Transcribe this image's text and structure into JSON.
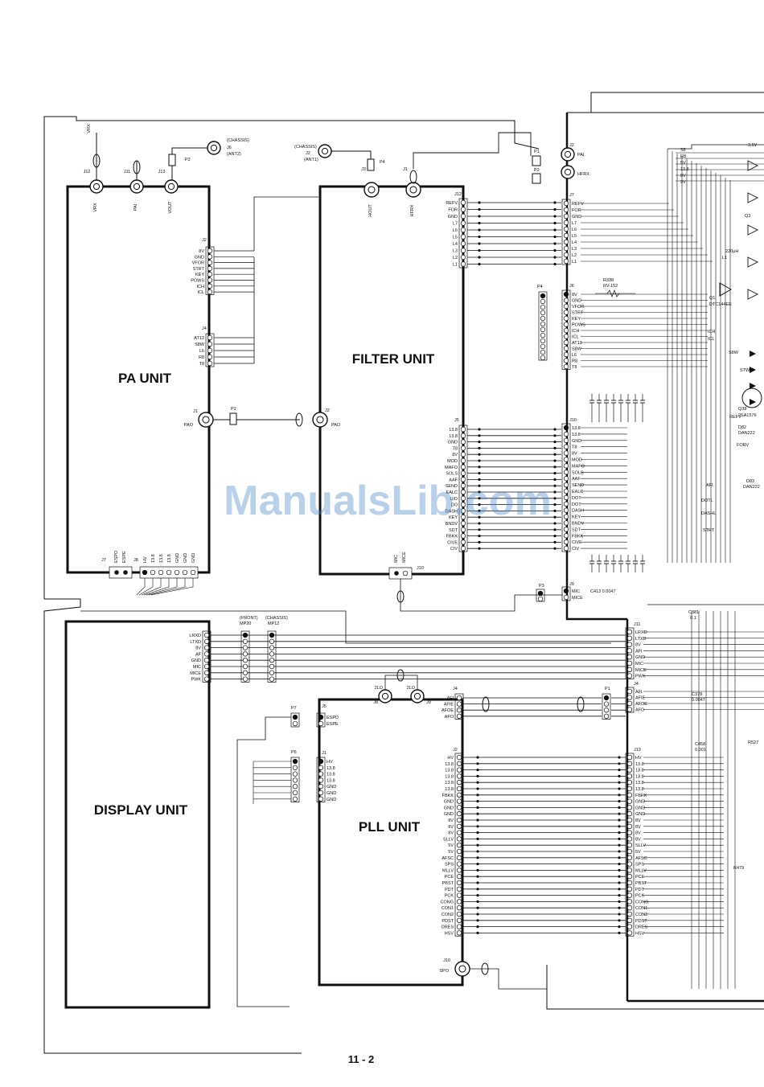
{
  "page_number": "11 - 2",
  "watermark": "ManualsLib.com",
  "units": {
    "pa": {
      "title": "PA UNIT",
      "conn_top": [
        "J12",
        "J11",
        "J13"
      ],
      "conn_top_labels": [
        "VRX",
        "PAI",
        "VOUT"
      ],
      "j2": {
        "name": "J2",
        "pins": [
          "8V",
          "GND",
          "VFOR",
          "STRT",
          "KEY",
          "POWS",
          "ICH",
          "ICL"
        ]
      },
      "j4": {
        "name": "J4",
        "pins": [
          "AT13",
          "S8W",
          "L6",
          "R8",
          "T8"
        ]
      },
      "j1": {
        "name": "J1",
        "pin": "PAO"
      },
      "bottom": {
        "j7": "J7",
        "j7_pins": [
          "ESPO",
          "ESPE"
        ],
        "j8": "J8",
        "j8_pins": [
          "HV",
          "13.8",
          "13.8",
          "13.8",
          "GND",
          "GND",
          "GND"
        ]
      }
    },
    "filter": {
      "title": "FILTER UNIT",
      "conn_top": [
        "J3",
        "J1"
      ],
      "conn_top_labels": [
        "HOUT",
        "HFRX"
      ],
      "j12": {
        "name": "J12",
        "pins": [
          "REFV",
          "FOR",
          "GND",
          "L7",
          "L6",
          "L5",
          "L4",
          "L3",
          "L2",
          "L1"
        ]
      },
      "j5": {
        "name": "J5",
        "pins": [
          "13.8",
          "13.8",
          "GND",
          "T8",
          "8V",
          "MOD",
          "MAFO",
          "SOLS",
          "AAF",
          "SEND",
          "EALC",
          "U/D",
          "DO",
          "DASH",
          "KEY",
          "BNDV",
          "SDT",
          "FBKK",
          "CIVE",
          "CIV"
        ]
      },
      "j2": {
        "name": "J2",
        "pin": "PAO"
      },
      "j10": {
        "name": "J10",
        "pins": [
          "MIC",
          "MICE"
        ]
      }
    },
    "display": {
      "title": "DISPLAY UNIT",
      "pins": [
        "LRXD",
        "LTXD",
        "8V",
        "AF",
        "GND",
        "MIC",
        "MICE",
        "PWK"
      ]
    },
    "pll": {
      "title": "PLL UNIT",
      "j8": "J8",
      "j9": "J9",
      "j8_label": "2LO",
      "j9_label": "2LO",
      "j5": {
        "name": "J5",
        "pins": [
          "ESPD",
          "ESPE"
        ]
      },
      "j1": {
        "name": "J1",
        "pins": [
          "HV",
          "13.8",
          "13.8",
          "13.8",
          "GND",
          "GND",
          "GND"
        ]
      },
      "j4": {
        "name": "J4",
        "pins": [
          "AFI",
          "AFIE",
          "AFOE",
          "AFO"
        ]
      },
      "j2": {
        "name": "J2",
        "pins": [
          "HV",
          "13.8",
          "13.8",
          "13.8",
          "13.8",
          "13.8",
          "FBKK",
          "GND",
          "GND",
          "GND",
          "8V",
          "8V",
          "8V",
          "SLLV",
          "5V",
          "5V",
          "AFSC",
          "SPS",
          "MLLV",
          "PCE",
          "PBST",
          "PDT",
          "PCK",
          "CONG",
          "CON1",
          "CON2",
          "PDST",
          "DRES",
          "HSV"
        ]
      },
      "j10": {
        "name": "J10",
        "pin": "SPO"
      }
    }
  },
  "main": {
    "j2": {
      "name": "J2",
      "labels": [
        "PAI",
        "HFRX"
      ]
    },
    "j7": {
      "name": "J7",
      "pins": [
        "REFV",
        "FOR",
        "GND",
        "L7",
        "L6",
        "L5",
        "L4",
        "L3",
        "L2",
        "L1"
      ]
    },
    "j6": {
      "name": "J6",
      "pins": [
        "8V",
        "GND",
        "VFOR",
        "STRT",
        "KEY",
        "POWS",
        "ICH",
        "ICL",
        "AT13",
        "S8W",
        "L6",
        "R8",
        "T8"
      ]
    },
    "j10": {
      "name": "J10",
      "pins": [
        "13.8",
        "13.8",
        "GND",
        "T8",
        "8V",
        "MOD",
        "MAFO",
        "SOLS",
        "AAF",
        "SEND",
        "EALC",
        "DOT",
        "DOT",
        "DASH",
        "KEY",
        "BNDV",
        "SDT",
        "FBKK",
        "CIVE",
        "CIV"
      ]
    },
    "j9": {
      "name": "J9",
      "pins": [
        "MIC",
        "MICE"
      ]
    },
    "j11": {
      "name": "J11",
      "pins": [
        "LRXD",
        "LTXD",
        "8V",
        "AFI",
        "GND",
        "MIC",
        "MICE",
        "PWK"
      ]
    },
    "j4": {
      "name": "J4",
      "pins": [
        "AFI",
        "AFIE",
        "AFOE",
        "AFO"
      ]
    },
    "j13": {
      "name": "J13",
      "pins": [
        "HV",
        "13.8",
        "13.8",
        "13.8",
        "13.8",
        "13.8",
        "FBKK",
        "GND",
        "GND",
        "GND",
        "8V",
        "8V",
        "8V",
        "8V",
        "SLLV",
        "5V",
        "AFSC",
        "SPS",
        "MLLV",
        "PCE",
        "PBST",
        "PDT",
        "PCK",
        "CONG",
        "CON1",
        "CON2",
        "PDST",
        "DRES",
        "HSV"
      ]
    },
    "p1_label": "P1",
    "p2_label": "P2",
    "p3_label": "P3",
    "p4_label": "P4"
  },
  "jacks": {
    "j6_chassis": {
      "tag": "(CHASSIS)",
      "name": "J6",
      "sub": "(ANT2)",
      "plug": "P2"
    },
    "j2_chassis": {
      "tag": "(CHASSIS)",
      "name": "J2",
      "sub": "(ANT1)",
      "plug": "P4"
    },
    "mp": {
      "front": "(FRONT)",
      "front_name": "MP20",
      "chassis": "(CHASSIS)",
      "chassis_name": "MP12"
    },
    "p7": "P7",
    "p6": "P6",
    "p1_pll": "P1",
    "p3": "P3",
    "p4": "P4",
    "p2_pa": "P2"
  },
  "components": {
    "r338": "R338",
    "rv152": "RV-152",
    "q1": "Q1",
    "q1_part": "DTC144EE",
    "q3": "Q3",
    "q38": "Q38",
    "q38_part": "2SA1576",
    "d82": "D82",
    "d82_part": "DAN222",
    "d83": "D83",
    "d83_part": "DAN222",
    "c381": "C381",
    "c381_val": "0.1",
    "c378": "C378",
    "c378_val": "0.0047",
    "c458": "C458",
    "c458_val": "0.001",
    "c413": "C413 0.0047",
    "r527": "R527",
    "r479": "R479",
    "l1": "L1",
    "l1_val": "220µH",
    "v35": "3.5V",
    "net_labels": [
      "AFI",
      "DOTL",
      "DASHL",
      "STRT",
      "REFV",
      "FORV",
      "ICH",
      "ICL",
      "S8W",
      "STW",
      "S8",
      "R8",
      "5V",
      "13.8",
      "8V",
      "9V"
    ]
  }
}
